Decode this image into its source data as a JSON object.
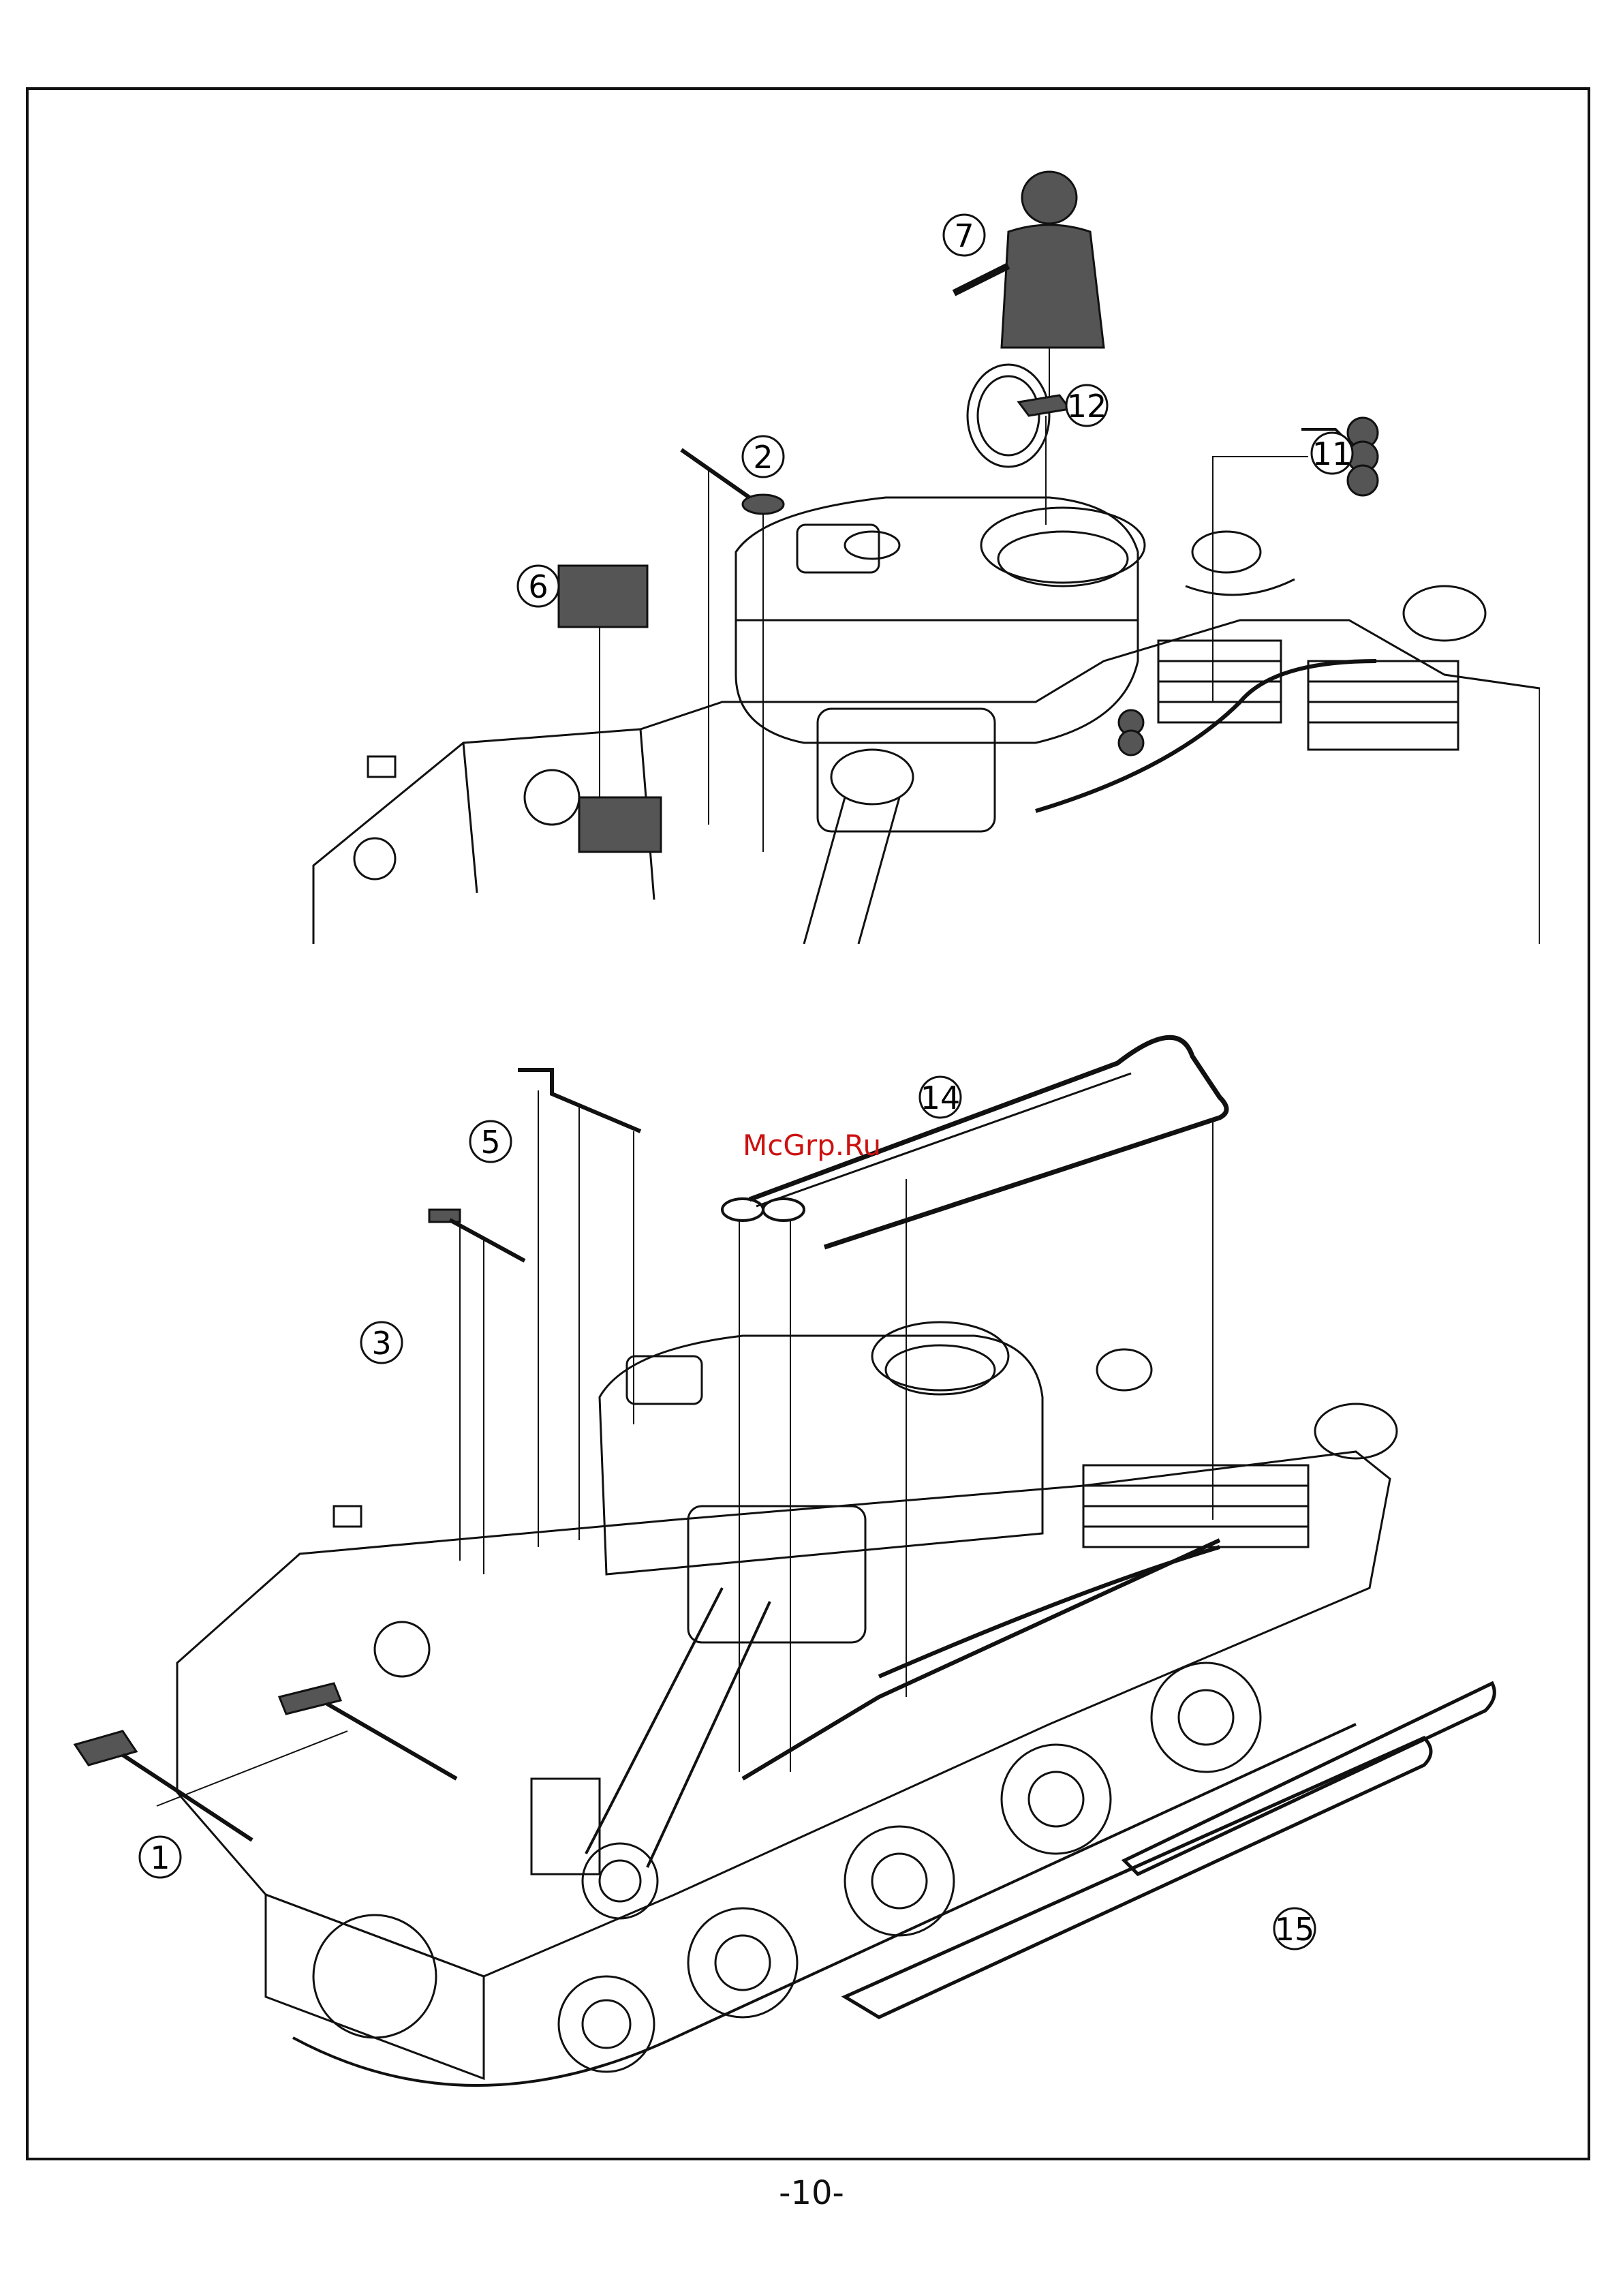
{
  "page": {
    "number": "-10-",
    "watermark": "McGrp.Ru"
  },
  "top_panel": {
    "callouts": [
      {
        "id": "7",
        "label": "7"
      },
      {
        "id": "12",
        "label": "12"
      },
      {
        "id": "2",
        "label": "2"
      },
      {
        "id": "11",
        "label": "11"
      },
      {
        "id": "6",
        "label": "6"
      }
    ]
  },
  "bottom_panel": {
    "callouts": [
      {
        "id": "14",
        "label": "14"
      },
      {
        "id": "5",
        "label": "5"
      },
      {
        "id": "3",
        "label": "3"
      },
      {
        "id": "1",
        "label": "1"
      },
      {
        "id": "15",
        "label": "15"
      }
    ]
  },
  "colors": {
    "ink": "#111111",
    "part_fill": "#555555",
    "watermark": "#cc1111"
  }
}
